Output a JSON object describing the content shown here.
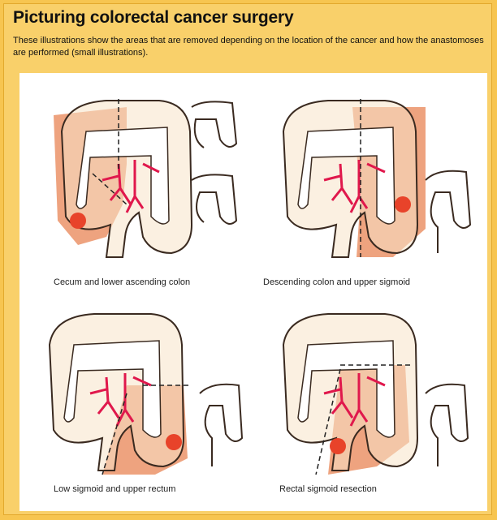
{
  "header": {
    "title": "Picturing colorectal cancer surgery",
    "subtitle": "These illustrations show the areas that are removed depending on the location of the cancer and how the anastomoses are performed (small illustrations)."
  },
  "panels": [
    {
      "caption": "Cecum and lower ascending colon"
    },
    {
      "caption": "Descending colon and upper sigmoid"
    },
    {
      "caption": "Low sigmoid and upper rectum"
    },
    {
      "caption": "Rectal sigmoid resection"
    }
  ],
  "colors": {
    "background": "#f7c550",
    "colon_fill": "#f8e3c8",
    "resected_fill": "#eea37f",
    "vessel": "#e0184c",
    "tumor": "#e8432a",
    "outline": "#3a2a20"
  }
}
